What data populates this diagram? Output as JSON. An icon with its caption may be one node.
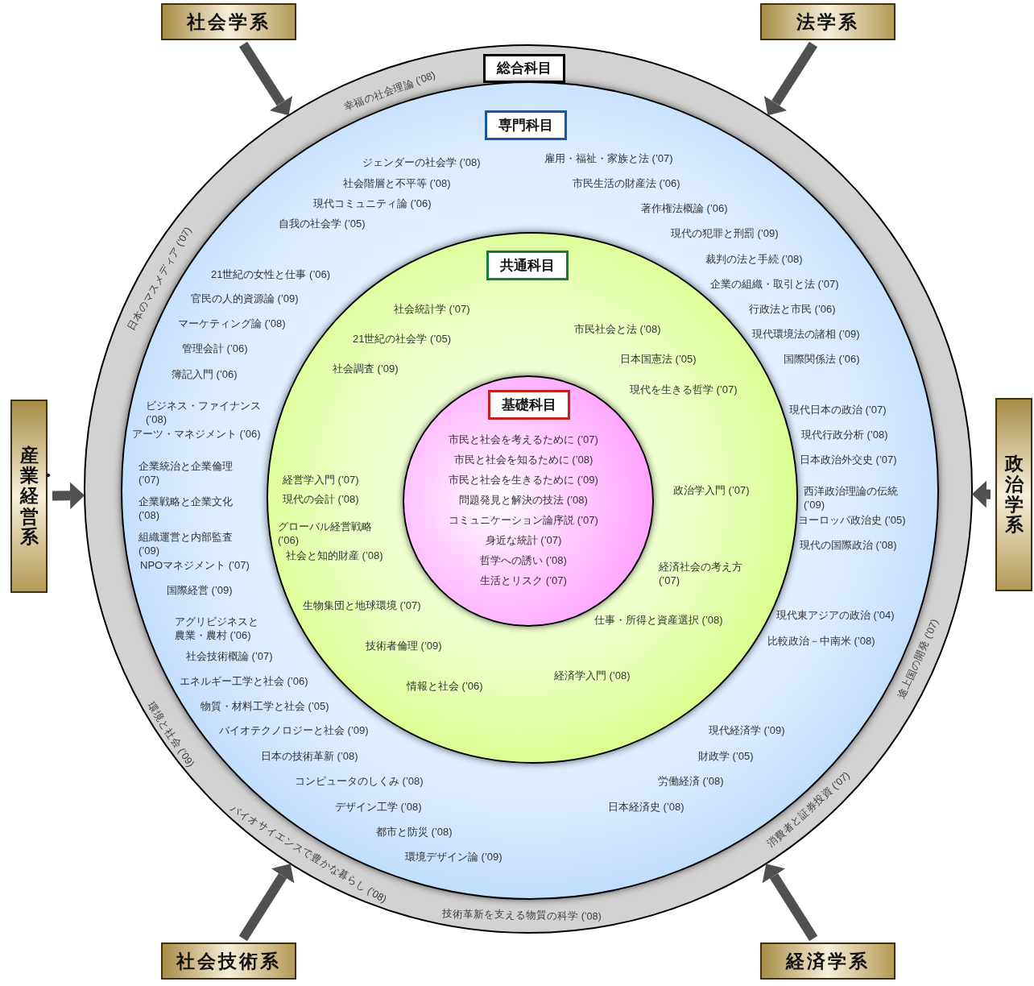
{
  "diagram": {
    "nodes": [
      {
        "text": [
          "総合科目"
        ]
      },
      {
        "text": [
          "専門科目"
        ],
        "in": 0
      },
      {
        "text": [
          "共通科目"
        ],
        "in": 1
      },
      {
        "text": [
          "基礎科目"
        ],
        "in": 2
      },
      {
        "text": [
          "社会学系"
        ]
      },
      {
        "text": [
          "法学系"
        ]
      },
      {
        "text": [
          "産業・経営系"
        ]
      },
      {
        "text": [
          "政治学系"
        ]
      },
      {
        "text": [
          "社会技術系"
        ]
      },
      {
        "text": [
          "経済学系"
        ]
      }
    ],
    "edges": [
      {
        "from": 4,
        "to": 0,
        "arrow": "to"
      },
      {
        "from": 5,
        "to": 0,
        "arrow": "to"
      },
      {
        "from": 6,
        "to": 0,
        "arrow": "to"
      },
      {
        "from": 7,
        "to": 0,
        "arrow": "to"
      },
      {
        "from": 8,
        "to": 0,
        "arrow": "to"
      },
      {
        "from": 9,
        "to": 0,
        "arrow": "to"
      }
    ],
    "labels": [
      "幸福の社会理論 (’08)",
      "日本のマスメディア (’07)",
      "環境と社会 (’09)",
      "バイオサイエンスで豊かな暮らし (’08)",
      "技術革新を支える物質の科学 (’08)",
      "消費者と証券投資 (’07)",
      "途上国の開発 (’07)",
      "ジェンダーの社会学 (’08)",
      "社会階層と不平等 (’08)",
      "現代コミュニティ論 (’06)",
      "自我の社会学 (’05)",
      "21世紀の女性と仕事 (’06)",
      "官民の人的資源論 (’09)",
      "マーケティング論 (’08)",
      "管理会計 (’06)",
      "簿記入門 (’06)",
      "ビジネス・ファイナンス (’08)",
      "アーツ・マネジメント (’06)",
      "企業統治と企業倫理 (’07)",
      "企業戦略と企業文化 (’08)",
      "組織運営と内部監査 (’09)",
      "NPOマネジメント (’07)",
      "国際経営 (’09)",
      "アグリビジネスと農業・農村 (’06)",
      "社会技術概論 (’07)",
      "エネルギー工学と社会 (’06)",
      "物質・材料工学と社会 (’05)",
      "バイオテクノロジーと社会 (’09)",
      "日本の技術革新 (’08)",
      "コンピュータのしくみ (’08)",
      "デザイン工学 (’08)",
      "都市と防災 (’08)",
      "環境デザイン論 (’09)",
      "雇用・福祉・家族と法 (’07)",
      "市民生活の財産法 (’06)",
      "著作権法概論 (’06)",
      "現代の犯罪と刑罰 (’09)",
      "裁判の法と手続 (’08)",
      "企業の組織・取引と法 (’07)",
      "行政法と市民 (’06)",
      "現代環境法の諸相 (’09)",
      "国際関係法 (’06)",
      "現代日本の政治 (’07)",
      "現代行政分析 (’08)",
      "日本政治外交史 (’07)",
      "西洋政治理論の伝統 (’09)",
      "ヨーロッパ政治史 (’05)",
      "現代の国際政治 (’08)",
      "現代東アジアの政治 (’04)",
      "比較政治－中南米 (’08)",
      "現代経済学 (’09)",
      "財政学 (’05)",
      "労働経済 (’08)",
      "日本経済史 (’08)",
      "社会統計学 (’07)",
      "21世紀の社会学 (’05)",
      "社会調査 (’09)",
      "市民社会と法 (’08)",
      "日本国憲法 (’05)",
      "現代を生きる哲学 (’07)",
      "経営学入門 (’07)",
      "現代の会計 (’08)",
      "グローバル経営戦略 (’06)",
      "社会と知的財産 (’08)",
      "政治学入門 (’07)",
      "経済社会の考え方 (’07)",
      "生物集団と地球環境 (’07)",
      "仕事・所得と資産選択 (’08)",
      "技術者倫理 (’09)",
      "経済学入門 (’08)",
      "情報と社会 (’06)",
      "市民と社会を考えるために (’07)",
      "市民と社会を知るために (’08)",
      "市民と社会を生きるために (’09)",
      "問題発見と解決の技法 (’08)",
      "コミュニケーション論序説 (’07)",
      "身近な統計 (’07)",
      "哲学への誘い (’08)",
      "生活とリスク (’07)"
    ]
  }
}
